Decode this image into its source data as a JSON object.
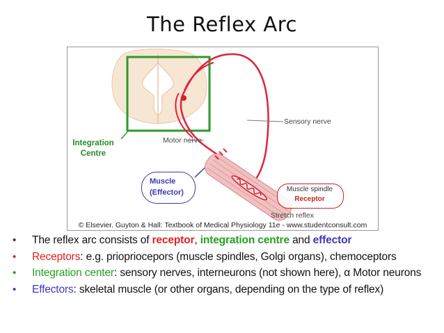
{
  "title": "The Reflex Arc",
  "figure": {
    "copyright": "© Elsevier. Guyton & Hall: Textbook of Medical Physiology 11e - www.studentconsult.com",
    "labels": {
      "sensory_nerve": "Sensory nerve",
      "motor_nerve": "Motor nerve",
      "muscle_spindle": "Muscle spindle",
      "receptor": "Receptor",
      "stretch_reflex": "Stretch reflex",
      "integration_line1": "Integration",
      "integration_line2": "Centre",
      "muscle_line1": "Muscle",
      "muscle_line2": "(Effector)"
    },
    "colors": {
      "nerve": "#e0223a",
      "integration_box": "#2a9a2a",
      "effector_box": "#3a3aa8",
      "receptor_box": "#cc2222"
    }
  },
  "bullets": [
    {
      "parts": [
        {
          "text": "The reflex arc consists of ",
          "style": ""
        },
        {
          "text": "receptor",
          "style": "red-bold"
        },
        {
          "text": ", ",
          "style": ""
        },
        {
          "text": "integration centre",
          "style": "green-bold"
        },
        {
          "text": " and ",
          "style": ""
        },
        {
          "text": "effector",
          "style": "blue-bold"
        }
      ],
      "bullet_color": "#333333"
    },
    {
      "parts": [
        {
          "text": "Receptors",
          "style": "red"
        },
        {
          "text": ": e.g. priopriocepors (muscle spindles, Golgi organs), chemoceptors",
          "style": ""
        }
      ],
      "bullet_color": "#e02020"
    },
    {
      "parts": [
        {
          "text": "Integration center",
          "style": "green"
        },
        {
          "text": ": sensory nerves, interneurons (not shown here), α Motor neurons",
          "style": ""
        }
      ],
      "bullet_color": "#22a022"
    },
    {
      "parts": [
        {
          "text": "Effectors",
          "style": "blue"
        },
        {
          "text": ": skeletal muscle (or other organs, depending on the type of reflex)",
          "style": ""
        }
      ],
      "bullet_color": "#3a3ab8"
    }
  ]
}
